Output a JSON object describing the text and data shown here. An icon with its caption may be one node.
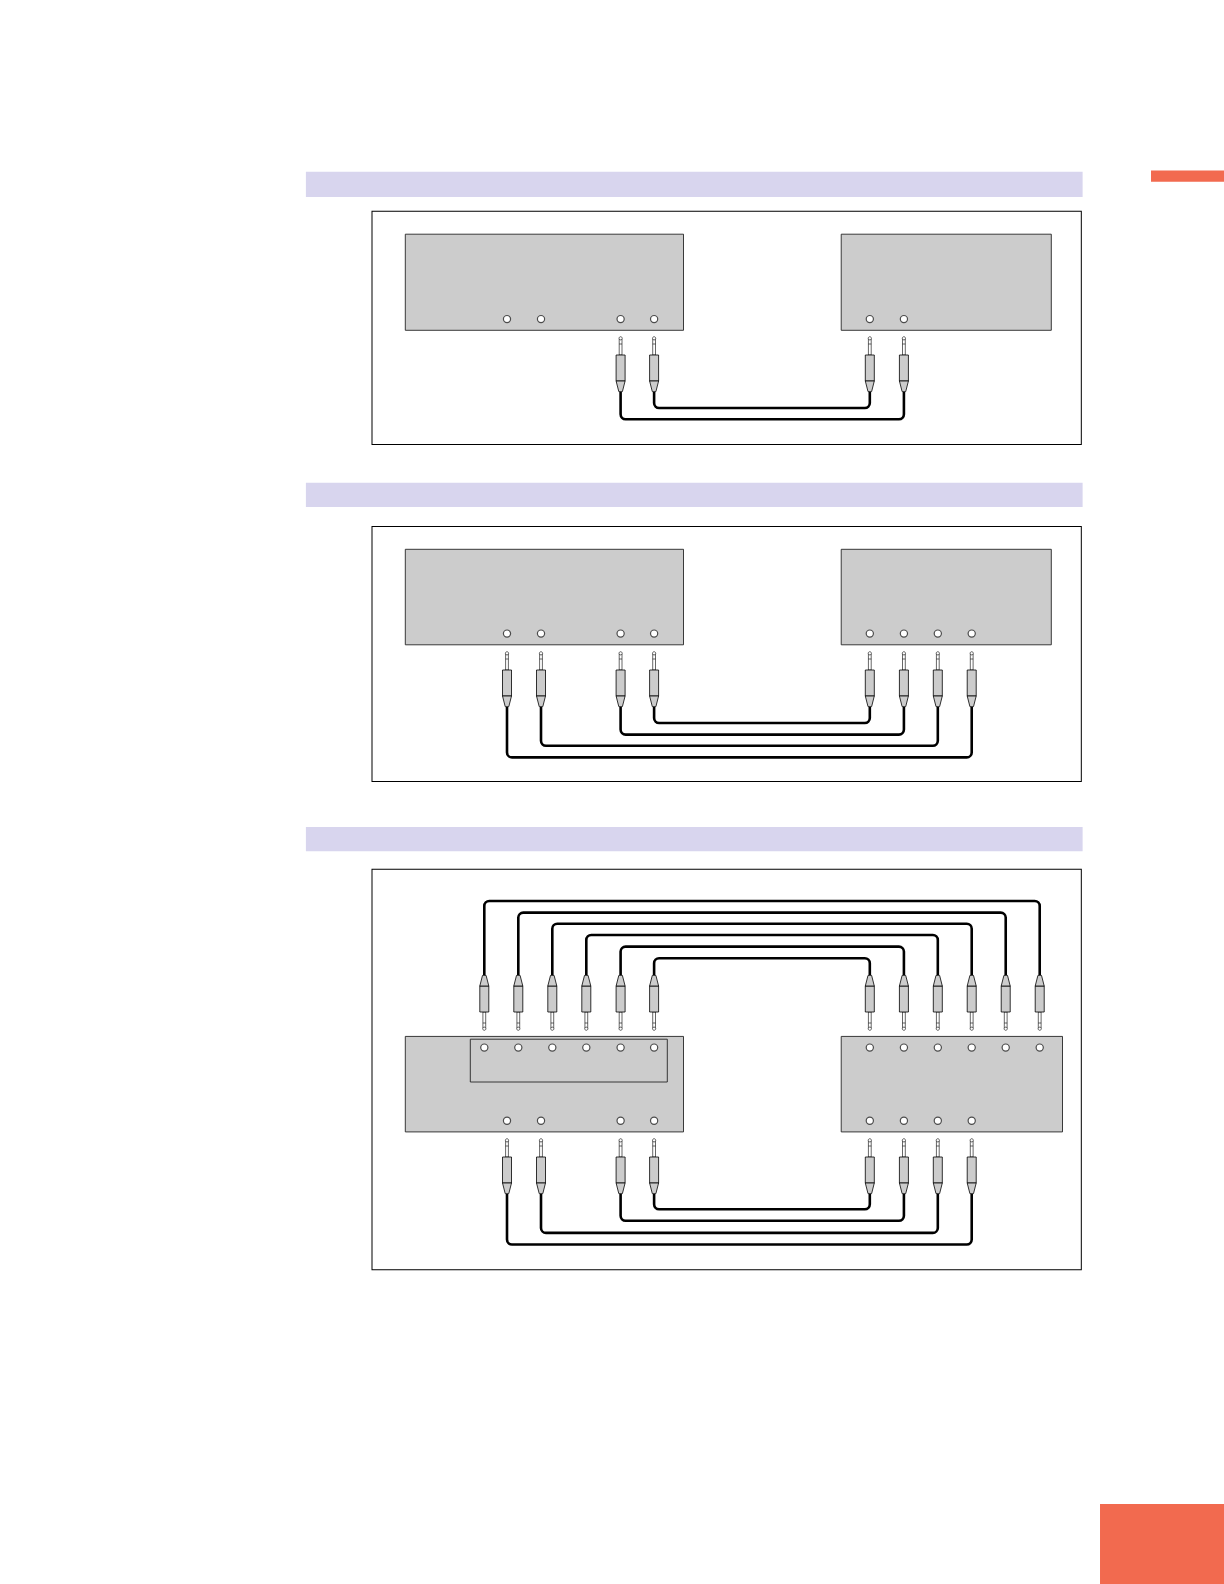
{
  "diagram": {
    "nodes": [
      {
        "text": [],
        "shape": "box"
      },
      {
        "text": [],
        "shape": "box",
        "in": 0
      },
      {
        "text": [],
        "shape": "circle",
        "in": 1
      },
      {
        "text": [],
        "shape": "circle",
        "in": 1
      },
      {
        "text": [],
        "shape": "circle",
        "in": 1
      },
      {
        "text": [],
        "shape": "circle",
        "in": 1
      },
      {
        "text": [],
        "shape": "box",
        "in": 0
      },
      {
        "text": [],
        "shape": "circle",
        "in": 6
      },
      {
        "text": [],
        "shape": "circle",
        "in": 6
      },
      {
        "text": [],
        "shape": "picture",
        "in": 0
      },
      {
        "text": [],
        "shape": "picture",
        "in": 0
      },
      {
        "text": [],
        "shape": "picture",
        "in": 0
      },
      {
        "text": [],
        "shape": "picture",
        "in": 0
      },
      {
        "text": [],
        "shape": "box"
      },
      {
        "text": [],
        "shape": "box",
        "in": 13
      },
      {
        "text": [],
        "shape": "circle",
        "in": 14
      },
      {
        "text": [],
        "shape": "circle",
        "in": 14
      },
      {
        "text": [],
        "shape": "circle",
        "in": 14
      },
      {
        "text": [],
        "shape": "circle",
        "in": 14
      },
      {
        "text": [],
        "shape": "box",
        "in": 13
      },
      {
        "text": [],
        "shape": "circle",
        "in": 19
      },
      {
        "text": [],
        "shape": "circle",
        "in": 19
      },
      {
        "text": [],
        "shape": "circle",
        "in": 19
      },
      {
        "text": [],
        "shape": "circle",
        "in": 19
      },
      {
        "text": [],
        "shape": "picture",
        "in": 13
      },
      {
        "text": [],
        "shape": "picture",
        "in": 13
      },
      {
        "text": [],
        "shape": "picture",
        "in": 13
      },
      {
        "text": [],
        "shape": "picture",
        "in": 13
      },
      {
        "text": [],
        "shape": "picture",
        "in": 13
      },
      {
        "text": [],
        "shape": "picture",
        "in": 13
      },
      {
        "text": [],
        "shape": "picture",
        "in": 13
      },
      {
        "text": [],
        "shape": "picture",
        "in": 13
      },
      {
        "text": [],
        "shape": "box"
      },
      {
        "text": [],
        "shape": "picture",
        "in": 32
      },
      {
        "text": [],
        "shape": "picture",
        "in": 32
      },
      {
        "text": [],
        "shape": "picture",
        "in": 32
      },
      {
        "text": [],
        "shape": "picture",
        "in": 32
      },
      {
        "text": [],
        "shape": "picture",
        "in": 32
      },
      {
        "text": [],
        "shape": "picture",
        "in": 32
      },
      {
        "text": [],
        "shape": "picture",
        "in": 32
      },
      {
        "text": [],
        "shape": "picture",
        "in": 32
      },
      {
        "text": [],
        "shape": "picture",
        "in": 32
      },
      {
        "text": [],
        "shape": "picture",
        "in": 32
      },
      {
        "text": [],
        "shape": "picture",
        "in": 32
      },
      {
        "text": [],
        "shape": "picture",
        "in": 32
      },
      {
        "text": [],
        "shape": "box",
        "in": 32
      },
      {
        "text": [],
        "shape": "box",
        "in": 45
      },
      {
        "text": [],
        "shape": "circle",
        "in": 46
      },
      {
        "text": [],
        "shape": "circle",
        "in": 46
      },
      {
        "text": [],
        "shape": "circle",
        "in": 46
      },
      {
        "text": [],
        "shape": "circle",
        "in": 46
      },
      {
        "text": [],
        "shape": "circle",
        "in": 46
      },
      {
        "text": [],
        "shape": "circle",
        "in": 46
      },
      {
        "text": [],
        "shape": "circle",
        "in": 45
      },
      {
        "text": [],
        "shape": "circle",
        "in": 45
      },
      {
        "text": [],
        "shape": "circle",
        "in": 45
      },
      {
        "text": [],
        "shape": "circle",
        "in": 45
      },
      {
        "text": [],
        "shape": "box",
        "in": 32
      },
      {
        "text": [],
        "shape": "circle",
        "in": 57
      },
      {
        "text": [],
        "shape": "circle",
        "in": 57
      },
      {
        "text": [],
        "shape": "circle",
        "in": 57
      },
      {
        "text": [],
        "shape": "circle",
        "in": 57
      },
      {
        "text": [],
        "shape": "circle",
        "in": 57
      },
      {
        "text": [],
        "shape": "circle",
        "in": 57
      },
      {
        "text": [],
        "shape": "circle",
        "in": 57
      },
      {
        "text": [],
        "shape": "circle",
        "in": 57
      },
      {
        "text": [],
        "shape": "circle",
        "in": 57
      },
      {
        "text": [],
        "shape": "circle",
        "in": 57
      },
      {
        "text": [],
        "shape": "picture",
        "in": 32
      },
      {
        "text": [],
        "shape": "picture",
        "in": 32
      },
      {
        "text": [],
        "shape": "picture",
        "in": 32
      },
      {
        "text": [],
        "shape": "picture",
        "in": 32
      },
      {
        "text": [],
        "shape": "picture",
        "in": 32
      },
      {
        "text": [],
        "shape": "picture",
        "in": 32
      },
      {
        "text": [],
        "shape": "picture",
        "in": 32
      },
      {
        "text": [],
        "shape": "picture",
        "in": 32
      }
    ],
    "edges": [
      {
        "from": 9,
        "to": 12,
        "arrow": "none"
      },
      {
        "from": 10,
        "to": 11,
        "arrow": "none"
      },
      {
        "from": 24,
        "to": 31,
        "arrow": "none"
      },
      {
        "from": 25,
        "to": 30,
        "arrow": "none"
      },
      {
        "from": 26,
        "to": 29,
        "arrow": "none"
      },
      {
        "from": 27,
        "to": 28,
        "arrow": "none"
      },
      {
        "from": 33,
        "to": 44,
        "arrow": "none"
      },
      {
        "from": 34,
        "to": 43,
        "arrow": "none"
      },
      {
        "from": 35,
        "to": 42,
        "arrow": "none"
      },
      {
        "from": 36,
        "to": 41,
        "arrow": "none"
      },
      {
        "from": 37,
        "to": 40,
        "arrow": "none"
      },
      {
        "from": 38,
        "to": 39,
        "arrow": "none"
      },
      {
        "from": 68,
        "to": 75,
        "arrow": "none"
      },
      {
        "from": 69,
        "to": 74,
        "arrow": "none"
      },
      {
        "from": 70,
        "to": 73,
        "arrow": "none"
      },
      {
        "from": 71,
        "to": 72,
        "arrow": "none"
      }
    ]
  }
}
